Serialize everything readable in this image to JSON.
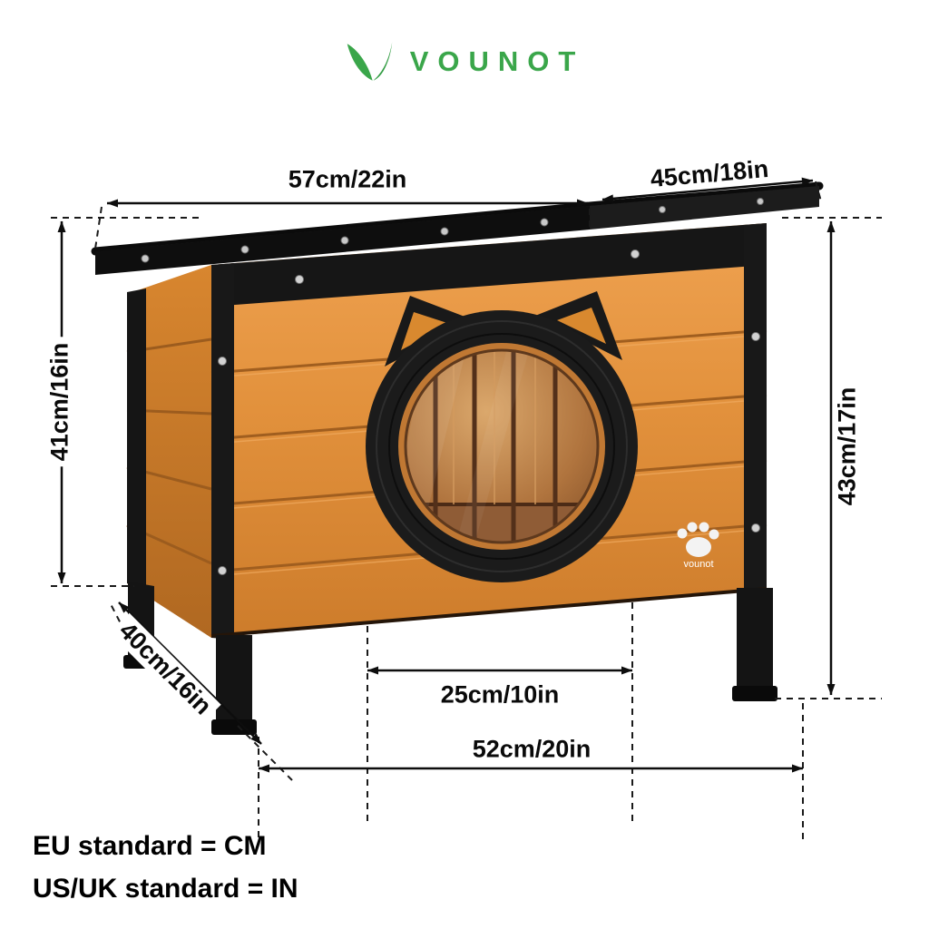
{
  "brand": {
    "name": "VOUNOT",
    "color": "#3aa64a",
    "icon": "leaf-v-logo"
  },
  "badge": {
    "text": "vounot",
    "icon": "paw-icon"
  },
  "dimensions": {
    "roof_width": "57cm/22in",
    "roof_depth": "45cm/18in",
    "front_height": "41cm/16in",
    "total_height": "43cm/17in",
    "side_depth": "40cm/16in",
    "door_width": "25cm/10in",
    "base_width": "52cm/20in"
  },
  "legend": {
    "eu": "EU standard = CM",
    "us_uk": "US/UK standard = IN"
  },
  "colors": {
    "wood_front": "#e2913c",
    "wood_side": "#c97a2b",
    "frame_black": "#161616",
    "roof_asphalt": "#262626",
    "window_tint": "#b0743e",
    "dimension_ink": "#0d0d0d"
  }
}
